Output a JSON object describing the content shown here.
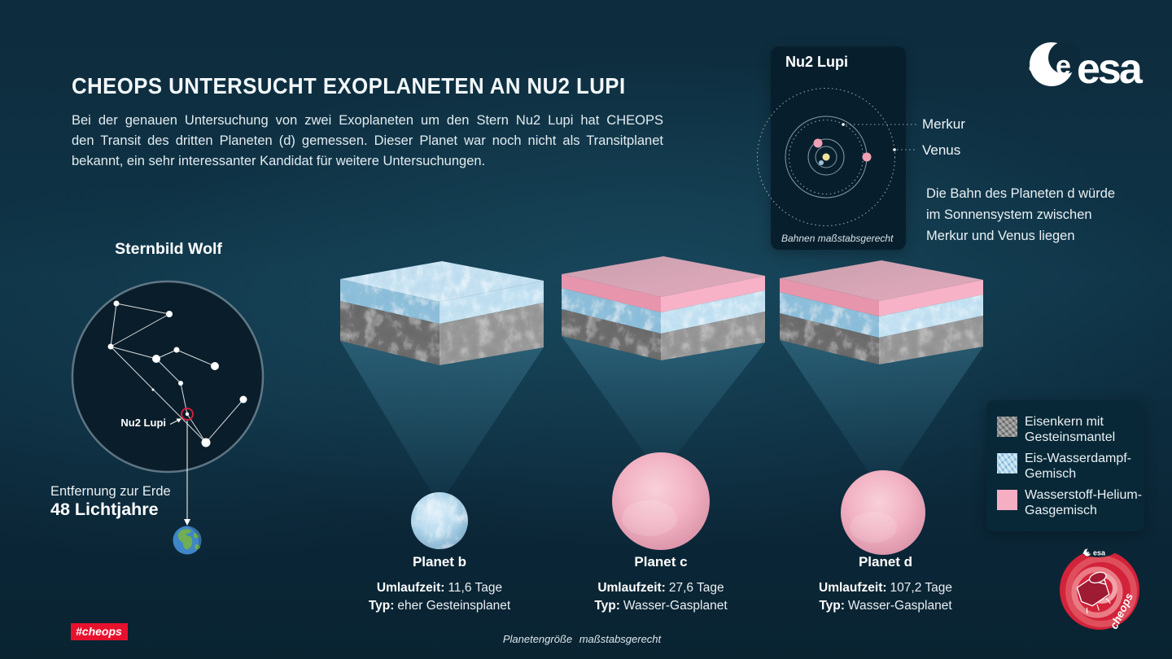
{
  "header": {
    "title": "CHEOPS UNTERSUCHT EXOPLANETEN AN NU2 LUPI",
    "body_lines": [
      "Bei der genauen Untersuchung von zwei Exoplaneten um den Stern Nu2 Lupi hat CHEOPS",
      "den Transit des dritten Planeten (d) gemessen. Dieser Planet war noch nicht als Transitplanet",
      "bekannt, ein sehr interessanter Kandidat für weitere Untersuchungen."
    ]
  },
  "esa_logo": {
    "wordmark": "esa"
  },
  "nu2_panel": {
    "title": "Nu2 Lupi",
    "caption": "Bahnen maßstabsgerecht",
    "merkur_label": "Merkur",
    "venus_label": "Venus",
    "note_lines": [
      "Die Bahn des Planeten d würde",
      "im Sonnensystem zwischen",
      "Merkur und Venus liegen"
    ]
  },
  "constellation": {
    "title": "Sternbild Wolf",
    "star_label": "Nu2 Lupi",
    "distance_label": "Entfernung zur Erde",
    "distance_value": "48 Lichtjahre"
  },
  "planets": [
    {
      "name": "Planet b",
      "period_label": "Umlaufzeit:",
      "period_value": "11,6 Tage",
      "type_label": "Typ:",
      "type_value": "eher Gesteinsplanet"
    },
    {
      "name": "Planet c",
      "period_label": "Umlaufzeit:",
      "period_value": "27,6 Tage",
      "type_label": "Typ:",
      "type_value": "Wasser-Gasplanet"
    },
    {
      "name": "Planet d",
      "period_label": "Umlaufzeit:",
      "period_value": "107,2 Tage",
      "type_label": "Typ:",
      "type_value": "Wasser-Gasplanet"
    }
  ],
  "legend": {
    "items": [
      {
        "swatch": "rock",
        "lines": [
          "Eisenkern mit",
          "Gesteinsmantel"
        ]
      },
      {
        "swatch": "ice",
        "lines": [
          "Eis-Wasserdampf-",
          "Gemisch"
        ]
      },
      {
        "swatch": "gas",
        "lines": [
          "Wasserstoff-Helium-",
          "Gasgemisch"
        ]
      }
    ]
  },
  "footer": {
    "hashtag": "#cheops",
    "scale_note": "Planetengröße  maßstabsgerecht"
  },
  "mission_patch": {
    "mission": "cheops",
    "esa_label": "esa"
  },
  "colors": {
    "background": "#0d2c3d",
    "panel": "#071f2d",
    "esa_red": "#e8112d",
    "gas_pink": "#f6aec3",
    "ice_blue": "#a9d3ea",
    "rock_gray": "#8a8a8a",
    "patch_red": "#d2233a",
    "star_yellow": "#f0e09a"
  }
}
